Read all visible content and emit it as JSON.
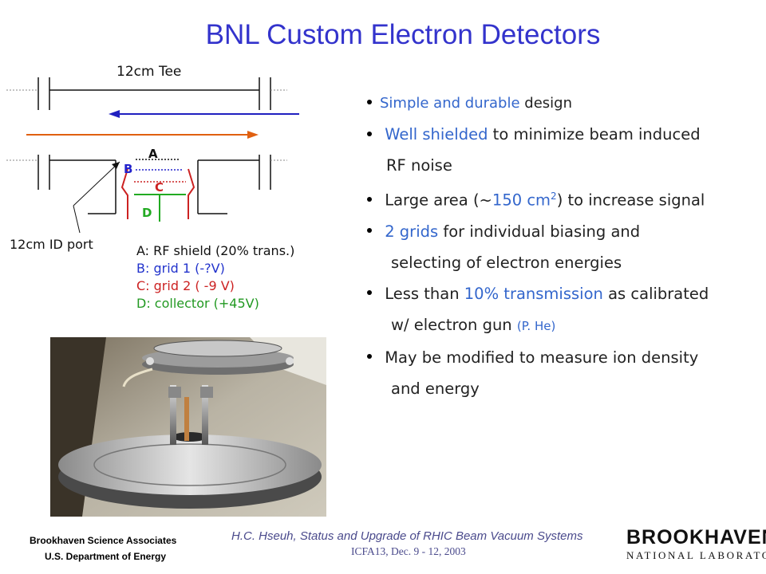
{
  "slide": {
    "title": "BNL Custom Electron Detectors"
  },
  "diagram": {
    "tee_label": "12cm Tee",
    "port_label": "12cm ID port",
    "letters": {
      "a": "A",
      "b": "B",
      "c": "C",
      "d": "D"
    },
    "colors": {
      "shield": "#1a1a1a",
      "grid1": "#2222cc",
      "grid2": "#cc2222",
      "collector": "#22aa22",
      "beam_in": "#e06010",
      "beam_out": "#2020c0"
    }
  },
  "legend": [
    {
      "text": "A: RF shield (20% trans.)",
      "color": "#111111"
    },
    {
      "text": "B: grid 1 (-?V)",
      "color": "#2233cc"
    },
    {
      "text": "C: grid 2 ( -9 V)",
      "color": "#cc2222"
    },
    {
      "text": "D: collector (+45V)",
      "color": "#229922"
    }
  ],
  "bullets": {
    "b1": {
      "hl": "Simple and durable",
      "rest": " design"
    },
    "b2": {
      "hl": "Well shielded",
      "rest": " to minimize beam induced",
      "cont": "RF noise"
    },
    "b3": {
      "pre": "Large area (~",
      "hl": "150 cm",
      "sup": "2",
      "post": ") to increase signal"
    },
    "b4": {
      "hl": "2 grids",
      "rest": " for individual biasing and",
      "cont": "selecting of electron energies"
    },
    "b5": {
      "pre": "Less than ",
      "hl": "10% transmission",
      "post": " as calibrated",
      "cont_pre": "w/ electron gun ",
      "cont_hl": "(P. He)"
    },
    "b6": {
      "text": "May be modified to measure ion density",
      "cont": "and energy"
    }
  },
  "footer": {
    "org1": "Brookhaven Science Associates",
    "org2": "U.S. Department of Energy",
    "line1": "H.C. Hseuh, Status and Upgrade of RHIC Beam Vacuum Systems",
    "line2": "ICFA13, Dec. 9 - 12, 2003",
    "logo_big": "BROOKHAVEN",
    "logo_small": "NATIONAL LABORATORY"
  }
}
